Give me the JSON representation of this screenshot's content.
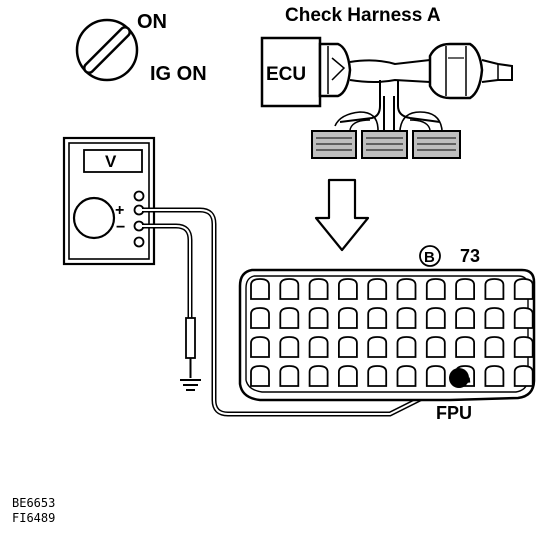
{
  "ignition": {
    "on_label": "ON",
    "ig_label": "IG ON"
  },
  "harness": {
    "title": "Check Harness A",
    "ecu_label": "ECU"
  },
  "voltmeter": {
    "unit_label": "V",
    "plus": "+",
    "minus": "−"
  },
  "connector": {
    "letter": "B",
    "pin_number": "73",
    "pin_label": "FPU",
    "rows": 4,
    "cols": 10
  },
  "figure_ref": {
    "line1": "BE6653",
    "line2": "FI6489"
  }
}
